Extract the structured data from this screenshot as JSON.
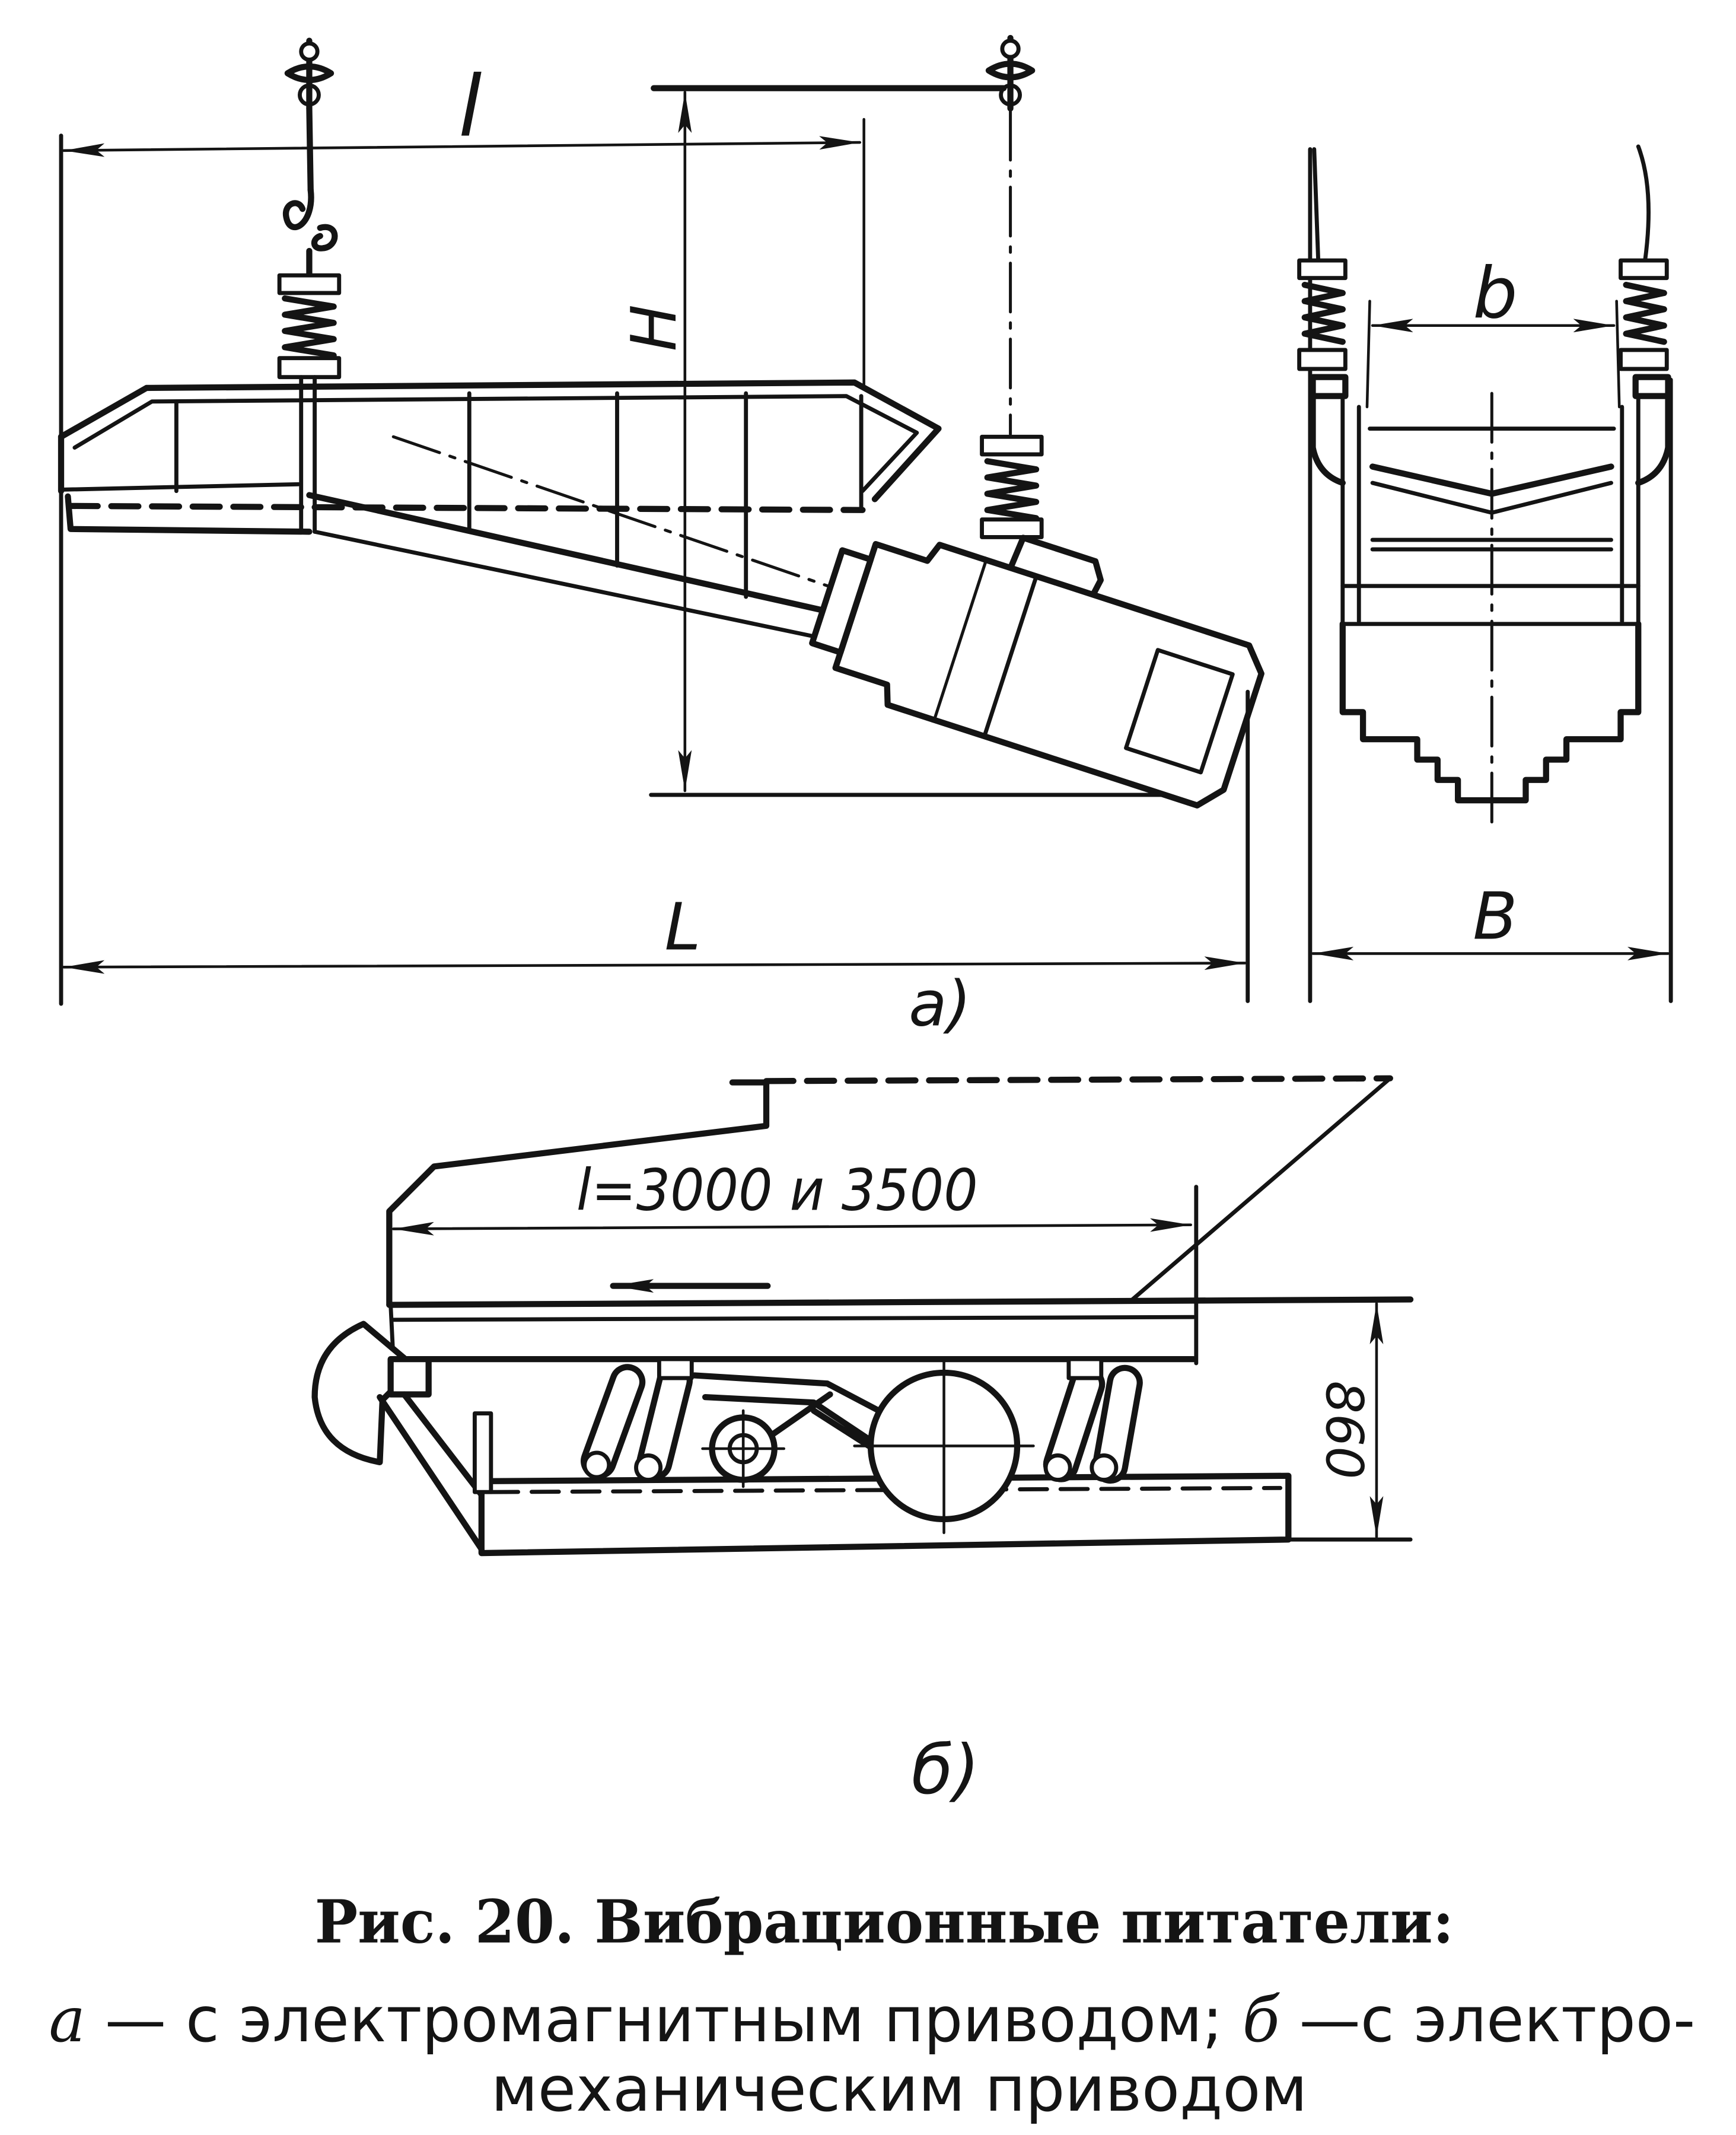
{
  "view_a": {
    "dim_l": "l",
    "dim_H": "H",
    "dim_L": "L",
    "dim_b": "b",
    "dim_B": "B",
    "label": "а)"
  },
  "view_b": {
    "dim_l": "l=3000 и 3500",
    "dim_height": "860",
    "label": "б)"
  },
  "caption": {
    "title": "Рис. 20. Вибрационные питатели:",
    "label_a": "а",
    "desc_a": " — с электромагнитным приводом; ",
    "label_b": "б",
    "desc_b": " —с электро-",
    "desc_b_cont": "механическим приводом"
  }
}
